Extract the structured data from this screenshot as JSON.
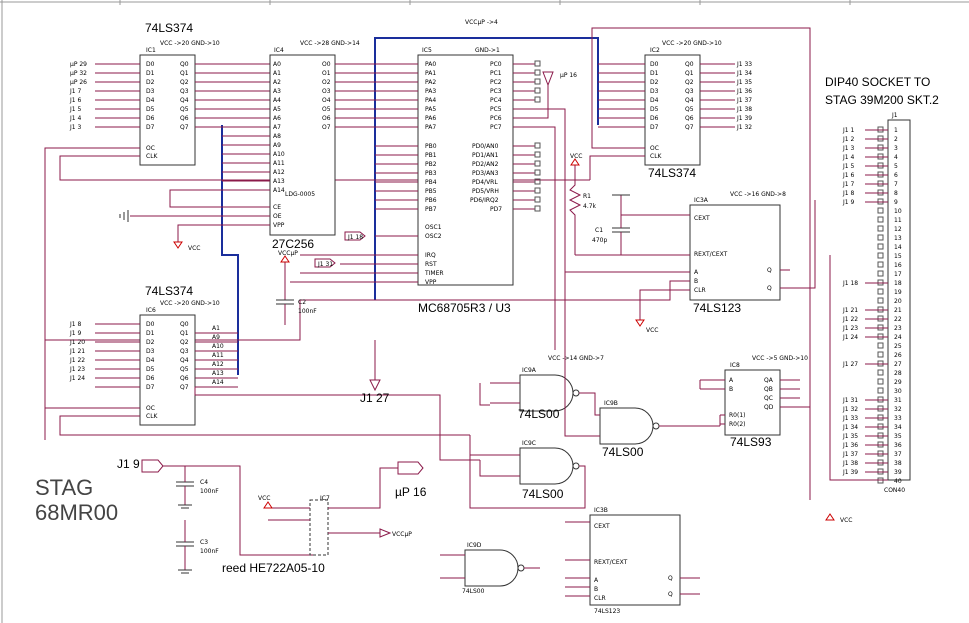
{
  "chips": {
    "ic1": {
      "id": "IC1",
      "type": "74LS374",
      "pins_left": [
        "D0",
        "D1",
        "D2",
        "D3",
        "D4",
        "D5",
        "D6",
        "D7"
      ],
      "pins_right": [
        "Q0",
        "Q1",
        "Q2",
        "Q3",
        "Q4",
        "Q5",
        "Q6",
        "Q7"
      ],
      "ctrl": [
        "OC",
        "CLK"
      ],
      "power": "VCC ->20 GND->10"
    },
    "ic4": {
      "id": "IC4",
      "type": "27C256",
      "pins_left": [
        "A0",
        "A1",
        "A2",
        "A3",
        "A4",
        "A5",
        "A6",
        "A7",
        "A8",
        "A9",
        "A10",
        "A11",
        "A12",
        "A13",
        "A14"
      ],
      "pins_right": [
        "O0",
        "O1",
        "O2",
        "O3",
        "O4",
        "O5",
        "O6",
        "O7"
      ],
      "ctrl": [
        "CE",
        "OE",
        "VPP"
      ],
      "note": "LDG-0005",
      "power": "VCC ->28 GND->14"
    },
    "ic5": {
      "id": "IC5",
      "type": "MC68705R3 / U3",
      "pins_left": [
        "PA0",
        "PA1",
        "PA2",
        "PA3",
        "PA4",
        "PA5",
        "PA6",
        "PA7",
        "PB0",
        "PB1",
        "PB2",
        "PB3",
        "PB4",
        "PB5",
        "PB6",
        "PB7",
        "OSC1",
        "OSC2",
        "IRQ",
        "RST",
        "TIMER",
        "VPP"
      ],
      "pins_right": [
        "PC0",
        "PC1",
        "PC2",
        "PC3",
        "PC4",
        "PC5",
        "PC6",
        "PC7",
        "PD0/AN0",
        "PD1/AN1",
        "PD2/AN2",
        "PD3/AN3",
        "PD4/VRL",
        "PD5/VRH",
        "PD6/IRQ2",
        "PD7"
      ],
      "power": "GND->1"
    },
    "ic2": {
      "id": "IC2",
      "type": "74LS374",
      "power": "VCC ->20 GND->10"
    },
    "ic6": {
      "id": "IC6",
      "type": "74LS374",
      "pins_right": [
        "A1",
        "A9",
        "A10",
        "A11",
        "A12",
        "A13",
        "A14"
      ],
      "power": "VCC ->20 GND->10"
    },
    "ic3a": {
      "id": "IC3A",
      "type": "74LS123",
      "pins": [
        "CEXT",
        "REXT/CEXT",
        "A",
        "B",
        "CLR",
        "Q",
        "Q"
      ],
      "power": "VCC ->16 GND->8"
    },
    "ic3b": {
      "id": "IC3B",
      "type": "74LS123",
      "pins": [
        "CEXT",
        "REXT/CEXT",
        "A",
        "B",
        "CLR",
        "Q",
        "Q"
      ]
    },
    "ic9a": {
      "id": "IC9A",
      "type": "74LS00",
      "power": "VCC ->14 GND->7"
    },
    "ic9b": {
      "id": "IC9B",
      "type": "74LS00"
    },
    "ic9c": {
      "id": "IC9C",
      "type": "74LS00"
    },
    "ic9d": {
      "id": "IC9D",
      "type": "74LS00"
    },
    "ic8": {
      "id": "IC8",
      "type": "74LS93",
      "pins": [
        "A",
        "B",
        "R0(1)",
        "R0(2)",
        "QA",
        "QB",
        "QC",
        "QD"
      ],
      "power": "VCC ->5 GND->10"
    },
    "ic7": {
      "id": "IC7",
      "type": "reed HE722A05-10"
    }
  },
  "labels": {
    "board_title_1": "STAG",
    "board_title_2": "68MR00",
    "socket_note_1": "DIP40 SOCKET TO",
    "socket_note_2": "STAG 39M200 SKT.2",
    "connector": "CON40",
    "connector_ref": "J1",
    "vcc": "VCC",
    "vccup": "VCCµP",
    "vccup_top": "VCCµP ->4",
    "up16": "µP 16",
    "j1_27": "J1 27",
    "j1_9": "J1 9",
    "r1": "R1",
    "r1_val": "4.7k",
    "c1": "C1",
    "c1_val": "470p",
    "c2": "C2",
    "c2_val": "100nF",
    "c4": "C4",
    "c4_val": "100nF",
    "c3": "C3",
    "c3_val": "100nF",
    "reed": "reed HE722A05-10",
    "ic7": "IC7"
  },
  "connector_pins": [
    "1",
    "2",
    "3",
    "4",
    "5",
    "6",
    "7",
    "8",
    "9",
    "10",
    "11",
    "12",
    "13",
    "14",
    "15",
    "16",
    "17",
    "18",
    "19",
    "20",
    "21",
    "22",
    "23",
    "24",
    "25",
    "26",
    "27",
    "28",
    "29",
    "30",
    "31",
    "32",
    "33",
    "34",
    "35",
    "36",
    "37",
    "38",
    "39",
    "40"
  ],
  "colors": {
    "wire": "#8b1a4a",
    "bus": "#1a2e9c",
    "text": "#000000"
  }
}
